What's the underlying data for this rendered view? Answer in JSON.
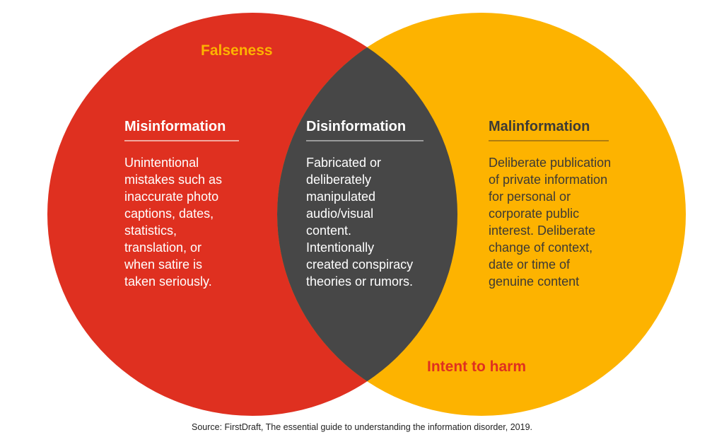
{
  "colors": {
    "falseness": "#DF3020",
    "harm": "#FDB300",
    "overlap": "#474747"
  },
  "labels": {
    "falseness": "Falseness",
    "intent": "Intent to harm"
  },
  "sections": [
    {
      "title": "Misinformation",
      "body": "Unintentional\nmistakes such as\ninaccurate photo\ncaptions, dates,\nstatistics,\ntranslation, or\nwhen satire is\ntaken seriously."
    },
    {
      "title": "Disinformation",
      "body": "Fabricated or\ndeliberately\nmanipulated\naudio/visual\ncontent.\nIntentionally\ncreated conspiracy\ntheories or rumors."
    },
    {
      "title": "Malinformation",
      "body": "Deliberate publication\nof private information\nfor personal or\ncorporate public\ninterest. Deliberate\nchange of context,\ndate or time of\ngenuine content"
    }
  ],
  "source": "Source: FirstDraft, The essential guide to understanding the information disorder, 2019."
}
